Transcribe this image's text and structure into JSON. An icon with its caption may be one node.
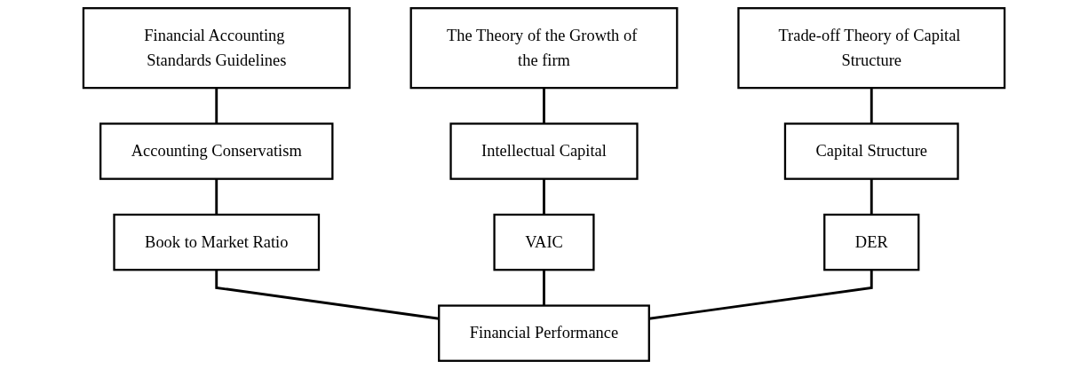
{
  "diagram": {
    "nodes": [
      {
        "text": [
          "Financial Accounting Standards Guidelines"
        ]
      },
      {
        "text": [
          "The Theory of the Growth of the firm"
        ]
      },
      {
        "text": [
          "Trade-off Theory of Capital Structure"
        ]
      },
      {
        "text": [
          "Accounting Conservatism"
        ]
      },
      {
        "text": [
          "Intellectual Capital"
        ]
      },
      {
        "text": [
          "Capital Structure"
        ]
      },
      {
        "text": [
          "Book to Market Ratio"
        ]
      },
      {
        "text": [
          "VAIC"
        ]
      },
      {
        "text": [
          "DER"
        ]
      },
      {
        "text": [
          "Financial Performance"
        ]
      }
    ],
    "edges": [
      {
        "from": 0,
        "to": 3,
        "arrow": "none"
      },
      {
        "from": 3,
        "to": 6,
        "arrow": "none"
      },
      {
        "from": 6,
        "to": 9,
        "arrow": "none"
      },
      {
        "from": 1,
        "to": 4,
        "arrow": "none"
      },
      {
        "from": 4,
        "to": 7,
        "arrow": "none"
      },
      {
        "from": 7,
        "to": 9,
        "arrow": "none"
      },
      {
        "from": 2,
        "to": 5,
        "arrow": "none"
      },
      {
        "from": 5,
        "to": 8,
        "arrow": "none"
      },
      {
        "from": 8,
        "to": 9,
        "arrow": "none"
      }
    ]
  }
}
